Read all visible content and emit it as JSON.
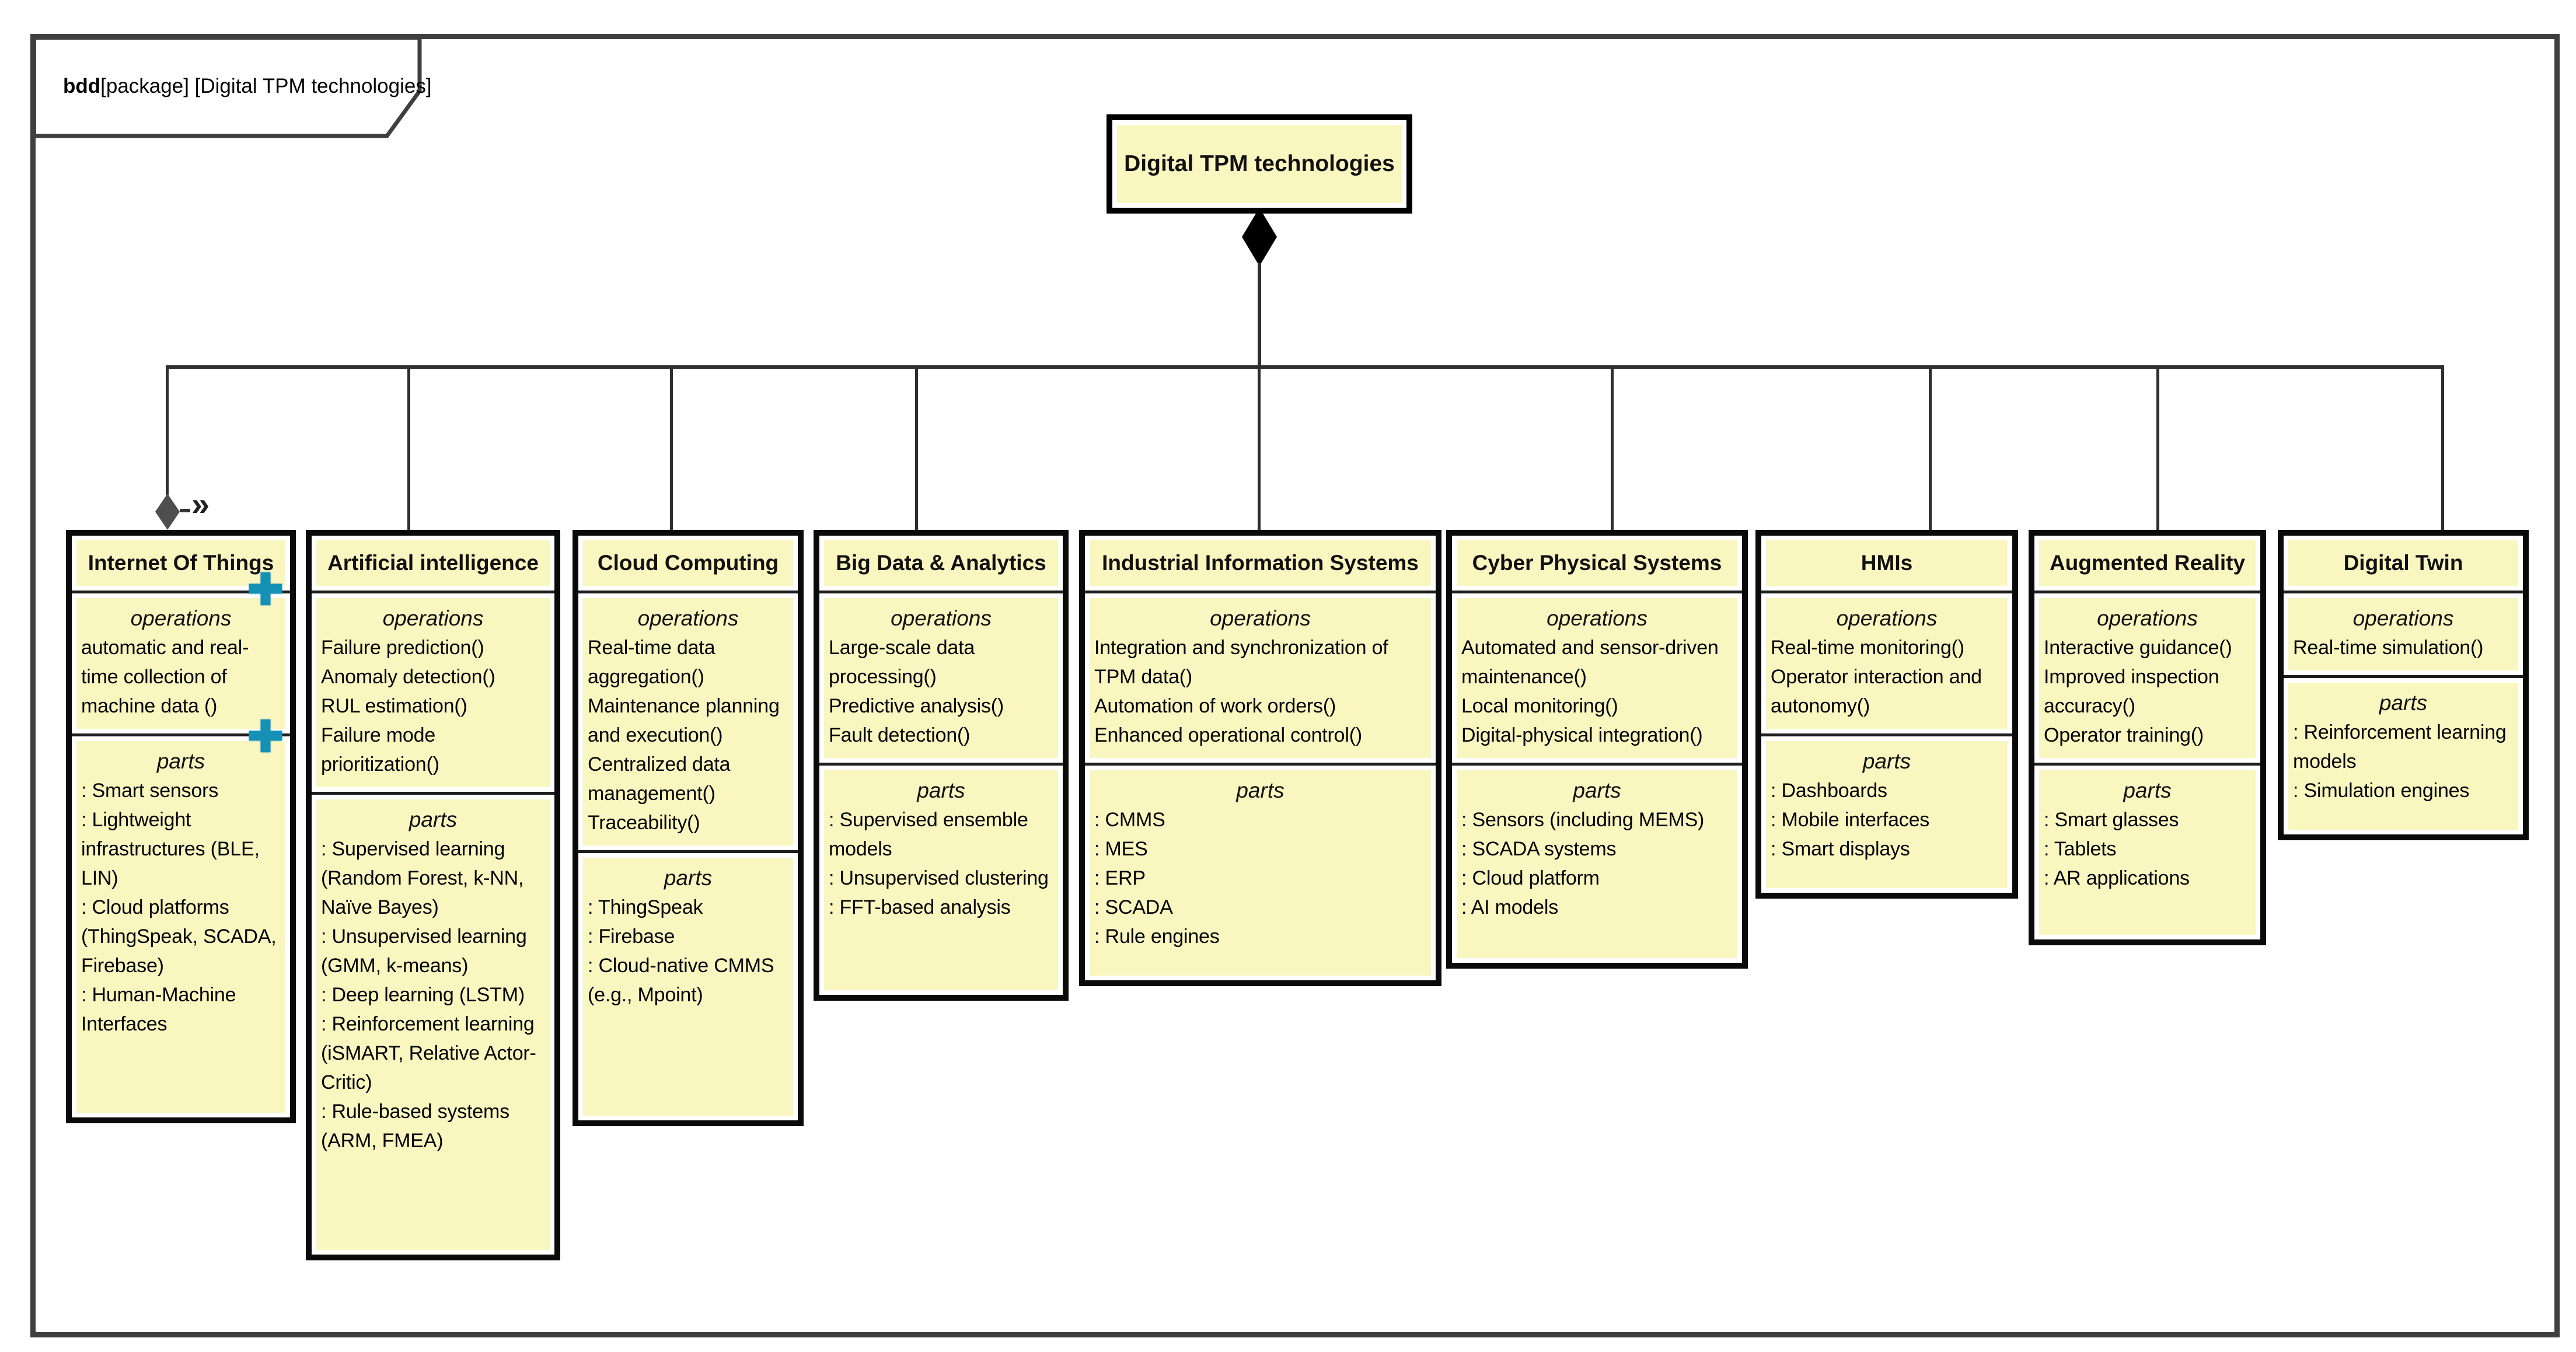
{
  "frame": {
    "label_bold": "bdd",
    "label_rest": "[package] [Digital TPM technologies]"
  },
  "root": {
    "title": "Digital TPM technologies"
  },
  "labels": {
    "operations": "operations",
    "parts": "parts"
  },
  "connector": {
    "nested_end_symbol": "»"
  },
  "icons": {
    "plus": "✚"
  },
  "colors": {
    "block_fill": "#faf6c0",
    "block_border": "#0a0a0a",
    "frame_border": "#3f3f3f",
    "connector_line": "#2e2e2e",
    "plus_icon": "#1691b6",
    "port_diamond": "#4f4f4f",
    "composition_diamond": "#000000"
  },
  "blocks": [
    {
      "title": "Internet Of Things",
      "operations": [
        "automatic and real-time collection of machine data ()"
      ],
      "parts": [
        ": Smart sensors",
        ": Lightweight infrastructures (BLE, LIN)",
        ": Cloud platforms (ThingSpeak, SCADA, Firebase)",
        ": Human-Machine Interfaces"
      ]
    },
    {
      "title": "Artificial intelligence",
      "operations": [
        "Failure prediction()",
        "Anomaly detection()",
        "RUL estimation()",
        "Failure mode prioritization()"
      ],
      "parts": [
        ": Supervised learning (Random Forest, k-NN, Naïve Bayes)",
        ": Unsupervised learning (GMM, k-means)",
        ": Deep learning (LSTM)",
        ": Reinforcement learning (iSMART, Relative Actor-Critic)",
        ": Rule-based systems (ARM, FMEA)"
      ]
    },
    {
      "title": "Cloud Computing",
      "operations": [
        "Real-time data aggregation()",
        "Maintenance planning and execution()",
        "Centralized data management()",
        "Traceability()"
      ],
      "parts": [
        ": ThingSpeak",
        ": Firebase",
        ": Cloud-native CMMS (e.g., Mpoint)"
      ]
    },
    {
      "title": "Big Data & Analytics",
      "operations": [
        "Large-scale data processing()",
        "Predictive analysis()",
        "Fault detection()"
      ],
      "parts": [
        ": Supervised ensemble models",
        ": Unsupervised clustering",
        ": FFT-based analysis"
      ]
    },
    {
      "title": "Industrial Information Systems",
      "operations": [
        "Integration and synchronization of TPM data()",
        "Automation of work orders()",
        "Enhanced operational control()"
      ],
      "parts": [
        ": CMMS",
        ": MES",
        ": ERP",
        ": SCADA",
        ": Rule engines"
      ]
    },
    {
      "title": "Cyber Physical Systems",
      "operations": [
        "Automated and sensor-driven maintenance()",
        "Local monitoring()",
        "Digital-physical integration()"
      ],
      "parts": [
        ": Sensors (including MEMS)",
        ": SCADA systems",
        ": Cloud platform",
        ": AI models"
      ]
    },
    {
      "title": "HMIs",
      "operations": [
        "Real-time monitoring()",
        "Operator interaction and autonomy()"
      ],
      "parts": [
        ": Dashboards",
        ": Mobile interfaces",
        ": Smart displays"
      ]
    },
    {
      "title": "Augmented Reality",
      "operations": [
        "Interactive guidance()",
        "Improved inspection accuracy()",
        "Operator training()"
      ],
      "parts": [
        ": Smart glasses",
        ": Tablets",
        ": AR applications"
      ]
    },
    {
      "title": "Digital Twin",
      "operations": [
        "Real-time simulation()"
      ],
      "parts": [
        ": Reinforcement learning models",
        ": Simulation engines"
      ]
    }
  ]
}
